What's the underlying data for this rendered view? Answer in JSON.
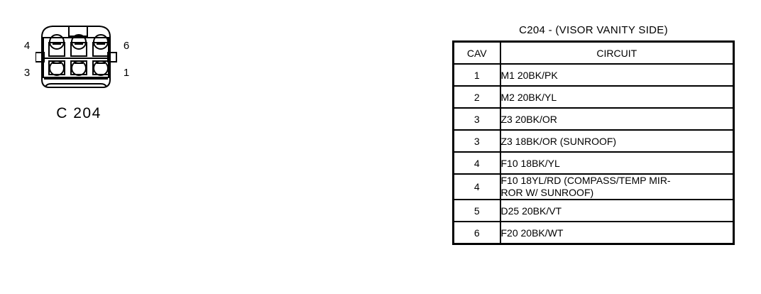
{
  "connector": {
    "caption": "C 204",
    "pin_labels": {
      "top_left": "4",
      "bottom_left": "3",
      "top_right": "6",
      "bottom_right": "1"
    },
    "cavity_count": 6,
    "rows": 2,
    "columns": 3
  },
  "table": {
    "title": "C204 - (VISOR VANITY SIDE)",
    "columns": [
      "CAV",
      "CIRCUIT"
    ],
    "rows": [
      {
        "cav": "1",
        "circuit": "M1  20BK/PK"
      },
      {
        "cav": "2",
        "circuit": "M2  20BK/YL"
      },
      {
        "cav": "3",
        "circuit": "Z3  20BK/OR"
      },
      {
        "cav": "3",
        "circuit": "Z3  18BK/OR (SUNROOF)"
      },
      {
        "cav": "4",
        "circuit": "F10  18BK/YL"
      },
      {
        "cav": "4",
        "circuit": "F10  18YL/RD (COMPASS/TEMP MIR-\nROR W/ SUNROOF)"
      },
      {
        "cav": "5",
        "circuit": "D25  20BK/VT"
      },
      {
        "cav": "6",
        "circuit": "F20  20BK/WT"
      }
    ]
  },
  "colors": {
    "ink": "#000000",
    "background": "#ffffff"
  }
}
